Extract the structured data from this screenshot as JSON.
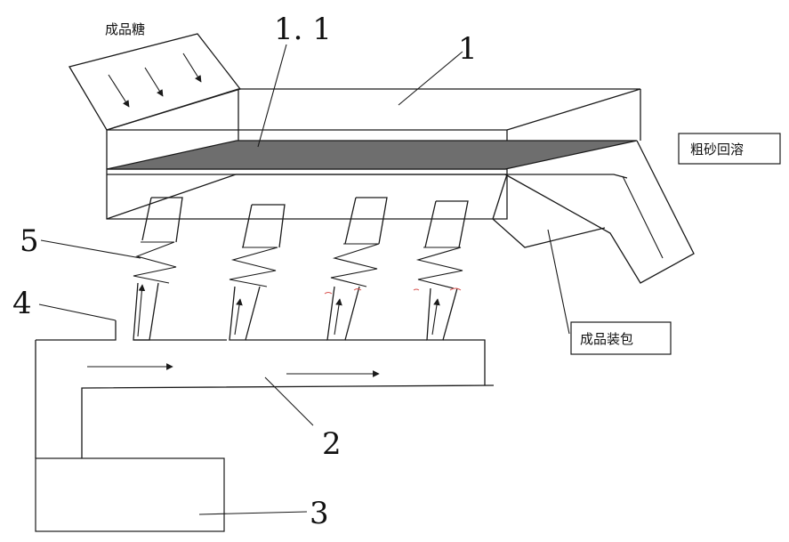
{
  "labels": {
    "input_sugar": "成品糖",
    "rough_sand": "粗砂回溶",
    "bagging": "成品装包",
    "n_1": "1",
    "n_1_1": "1. 1",
    "n_2": "2",
    "n_3": "3",
    "n_4": "4",
    "n_5": "5"
  },
  "colors": {
    "screen": "#6e6e6e",
    "line": "#1a1a1a",
    "noise_red": "#d9534f"
  }
}
